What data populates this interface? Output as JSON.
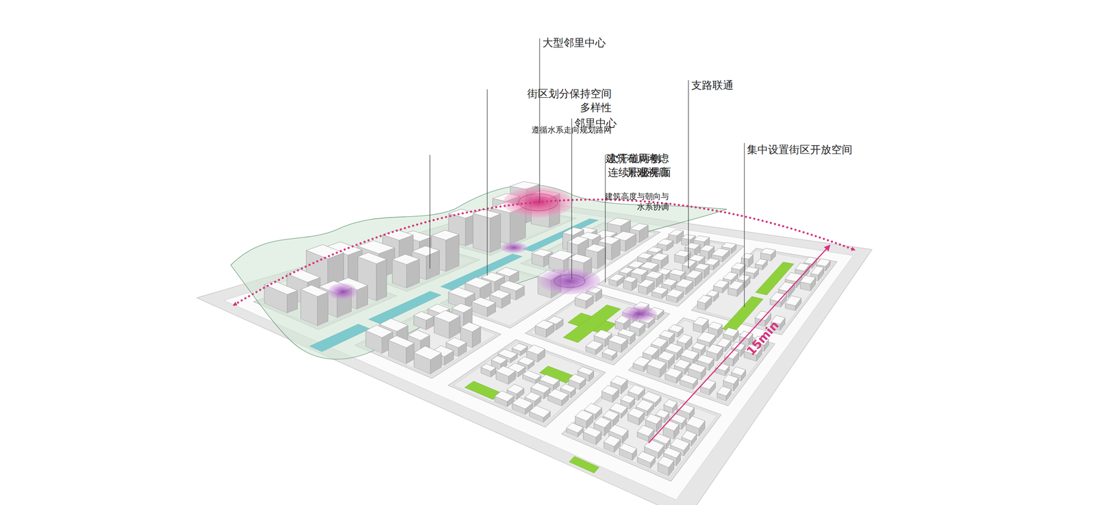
{
  "diagram": {
    "labels": [
      "大型邻里中心",
      "街区划分保持空间 多样性",
      "遵循水系走向规划路网",
      "邻里中心",
      "支路联通",
      "建筑布局考虑 景观视廊",
      "建筑高度与朝向与 水系协调",
      "次干道两侧 连续积极界面",
      "集中设置街区开放空间",
      "15min"
    ]
  }
}
